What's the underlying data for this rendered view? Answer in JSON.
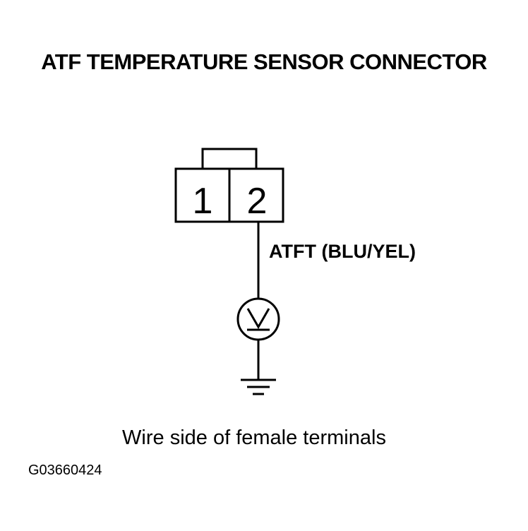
{
  "title": "ATF TEMPERATURE SENSOR CONNECTOR",
  "connector": {
    "pins": [
      {
        "label": "1"
      },
      {
        "label": "2"
      }
    ]
  },
  "wire": {
    "label": "ATFT (BLU/YEL)"
  },
  "meter": {
    "icon": "voltmeter-icon"
  },
  "ground": {
    "icon": "ground-icon"
  },
  "caption": "Wire side of female terminals",
  "figure_id": "G03660424"
}
